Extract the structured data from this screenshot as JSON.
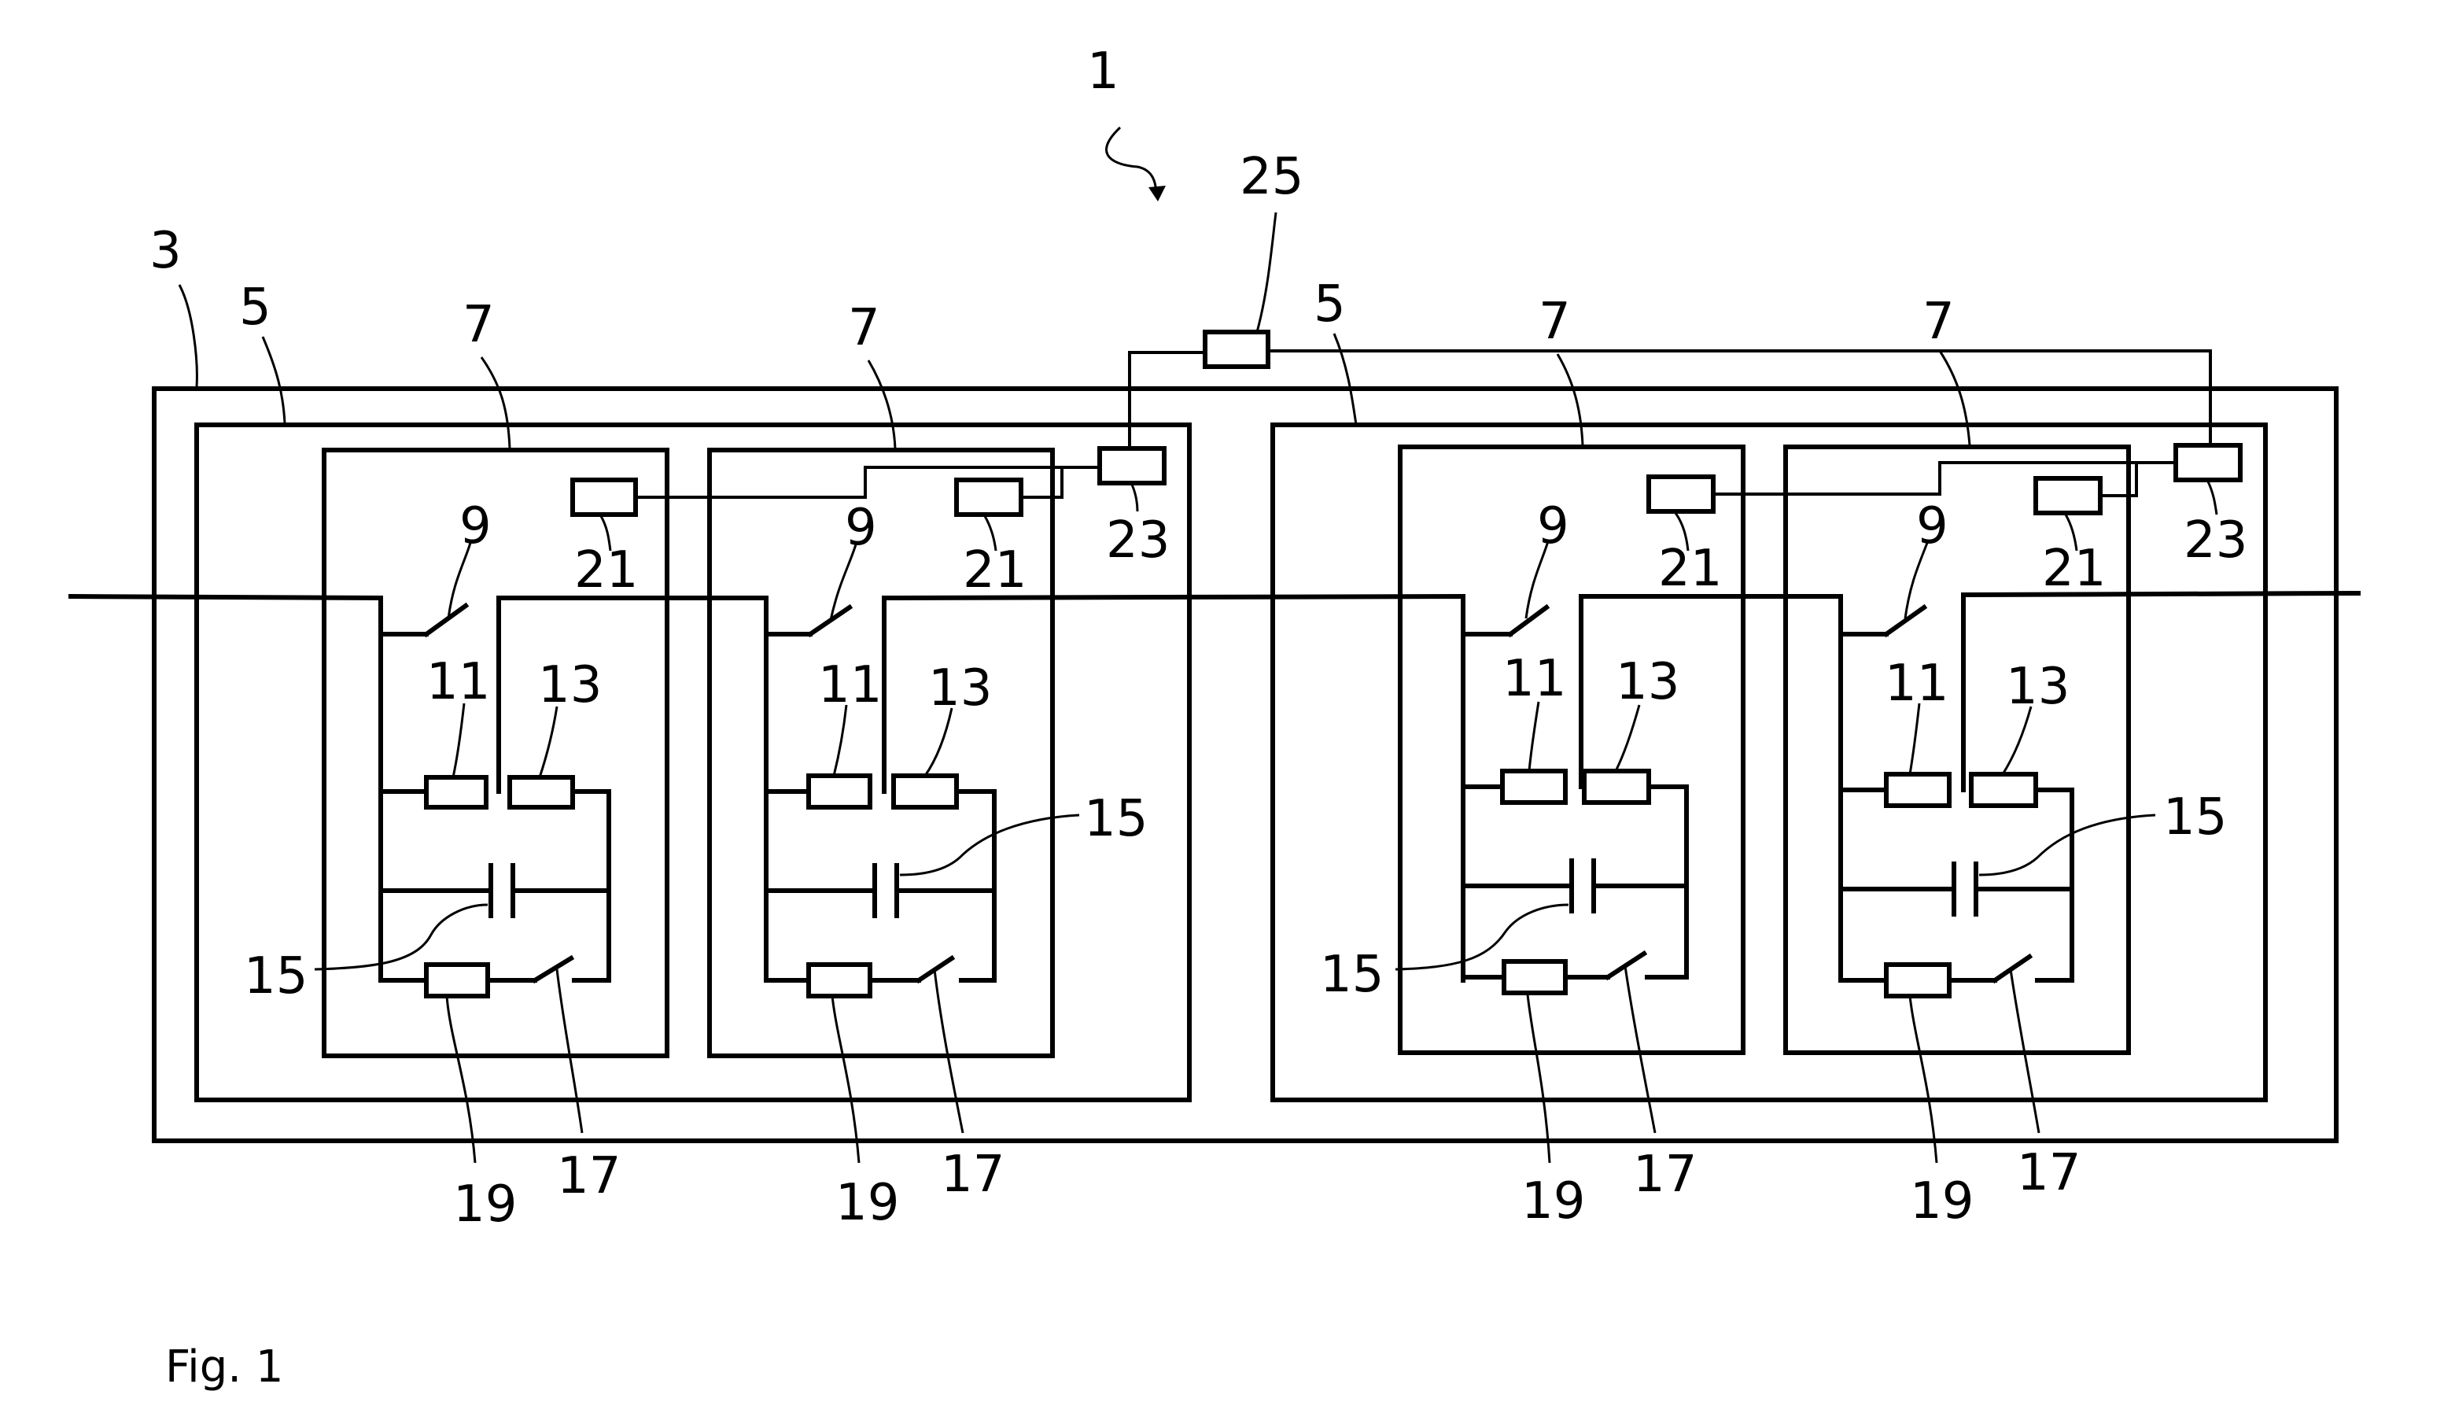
{
  "labels": {
    "system": "1",
    "housing": "3",
    "group": "5",
    "module": "7",
    "main_switch": "9",
    "resistor_a": "11",
    "resistor_b": "13",
    "capacitor": "15",
    "aux_switch": "17",
    "resistor_c": "19",
    "module_controller": "21",
    "group_controller": "23",
    "master_controller": "25"
  },
  "caption": "Fig. 1"
}
